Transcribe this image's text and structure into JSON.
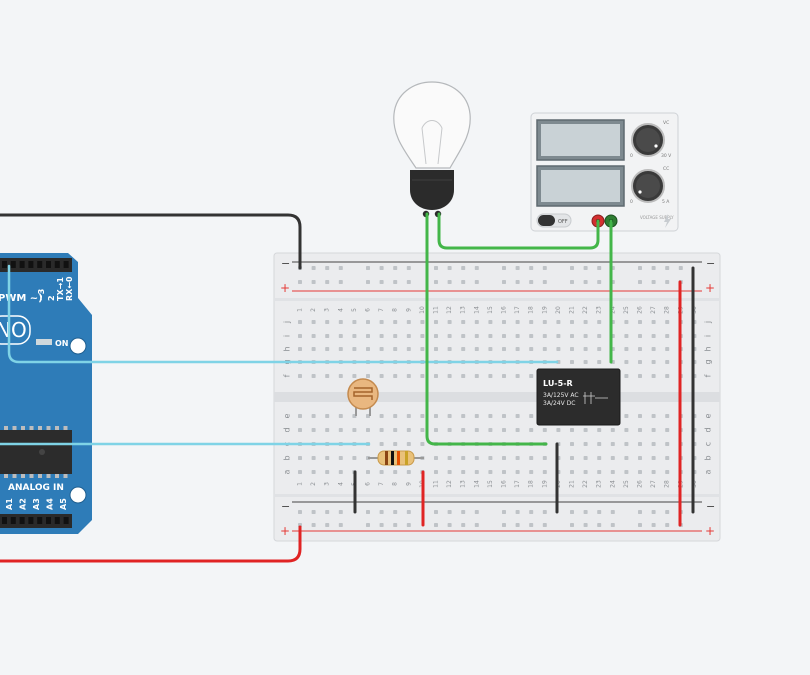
{
  "colors": {
    "background": "#f3f5f7",
    "arduino": "#2e7cb8",
    "wire_black": "#333333",
    "wire_red": "#e02424",
    "wire_green": "#43b649",
    "wire_cyan": "#7fd3e6",
    "breadboard": "#ebecee",
    "rail_red": "#e53935",
    "rail_black": "#444444"
  },
  "arduino": {
    "header_label": "PWM ~)",
    "pin_labels": [
      "~3",
      "2",
      "TX→1",
      "RX←0"
    ],
    "logo_fragment": "NO",
    "on_label": "ON",
    "analog_label": "ANALOG IN",
    "analog_pins": [
      "A1",
      "A2",
      "A3",
      "A4",
      "A5"
    ]
  },
  "breadboard": {
    "columns": [
      "1",
      "2",
      "3",
      "4",
      "5",
      "6",
      "7",
      "8",
      "9",
      "10",
      "11",
      "12",
      "13",
      "14",
      "15",
      "16",
      "17",
      "18",
      "19",
      "20",
      "21",
      "22",
      "23",
      "24",
      "25",
      "26",
      "27",
      "28",
      "29",
      "30"
    ],
    "rows_top": [
      "j",
      "i",
      "h",
      "g",
      "f"
    ],
    "rows_bottom": [
      "e",
      "d",
      "c",
      "b",
      "a"
    ],
    "rail_minus": "−",
    "rail_plus": "+"
  },
  "relay": {
    "model": "LU-5-R",
    "rating_ac": "3A/125V AC",
    "rating_dc": "3A/24V  DC"
  },
  "power_supply": {
    "knob1_label": "VC",
    "knob1_max": "30 V",
    "knob1_min": "0",
    "knob2_label": "CC",
    "knob2_max": "5 A",
    "knob2_min": "0",
    "switch_label": "OFF",
    "brand": "VOLTAGE SUPPLY"
  }
}
